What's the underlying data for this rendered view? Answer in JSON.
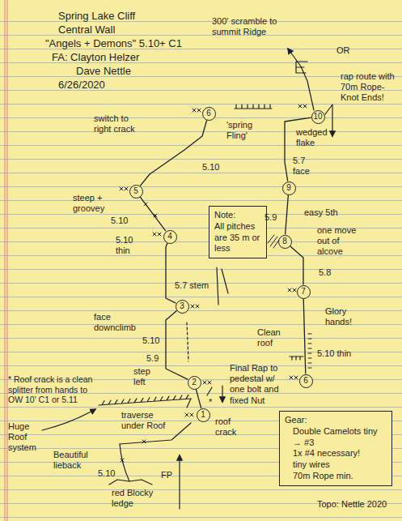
{
  "diagram": {
    "nodes": [
      {
        "text": [
          "1"
        ]
      },
      {
        "text": [
          "2"
        ]
      },
      {
        "text": [
          "3"
        ]
      },
      {
        "text": [
          "4"
        ]
      },
      {
        "text": [
          "5"
        ]
      },
      {
        "text": [
          "6"
        ]
      },
      {
        "text": [
          "6"
        ]
      },
      {
        "text": [
          "7"
        ]
      },
      {
        "text": [
          "8"
        ]
      },
      {
        "text": [
          "9"
        ]
      },
      {
        "text": [
          "10"
        ]
      },
      {
        "text": [
          "Note:",
          "All pitches are 35 m or less"
        ]
      },
      {
        "text": [
          "Gear:",
          "Double Camelots tiny → #3",
          "1x #4 necessary!",
          "tiny wires",
          "70m Rope min."
        ]
      }
    ],
    "edges": [
      {
        "from": 0,
        "to": 1,
        "arrow": "none"
      },
      {
        "from": 1,
        "to": 2,
        "arrow": "none"
      },
      {
        "from": 2,
        "to": 3,
        "arrow": "none"
      },
      {
        "from": 3,
        "to": 4,
        "arrow": "none"
      },
      {
        "from": 4,
        "to": 5,
        "arrow": "none"
      },
      {
        "from": 6,
        "to": 7,
        "arrow": "none"
      },
      {
        "from": 7,
        "to": 8,
        "arrow": "none"
      },
      {
        "from": 8,
        "to": 9,
        "arrow": "none"
      },
      {
        "from": 9,
        "to": 10,
        "arrow": "none"
      }
    ],
    "labels": [
      "Spring Lake Cliff",
      "Central Wall",
      "\"Angels + Demons\" 5.10+ C1",
      "FA: Clayton Helzer",
      "Dave Nettle",
      "6/26/2020",
      "300' scramble to summit Ridge",
      "OR",
      "rap route with 70m Rope- Knot Ends!",
      "switch to right crack",
      "'spring Fling'",
      "wedged flake",
      "5.10",
      "5.7 face",
      "steep + groovey",
      "5.9",
      "easy 5th",
      "5.10",
      "one move out of alcove",
      "5.10 thin",
      "5.8",
      "5.7 stem",
      "Glory hands!",
      "face downclimb",
      "Clean roof",
      "5.10",
      "5.10 thin",
      "5.9",
      "step left",
      "Final Rap to pedestal w/ one bolt and fixed Nut",
      "* Roof crack is a clean splitter from hands to OW 10' C1 or 5.11",
      "*",
      "Huge Roof system",
      "traverse under Roof",
      "roof crack",
      "Beautiful lieback",
      "5.10",
      "FP",
      "red Blocky ledge",
      "Topo: Nettle 2020"
    ]
  }
}
